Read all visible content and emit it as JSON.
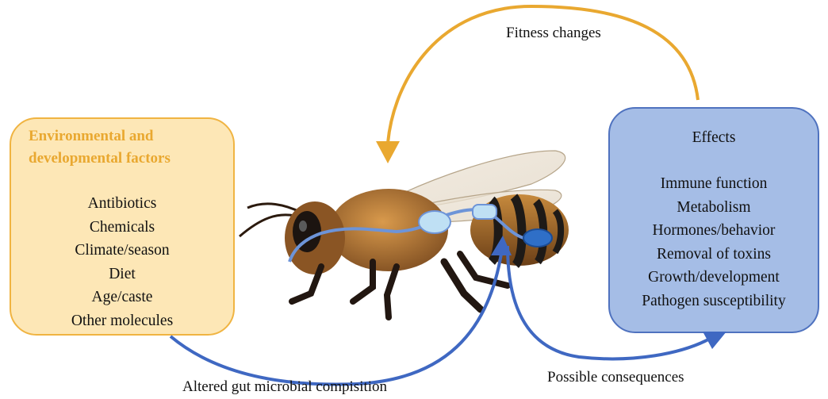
{
  "environmental_box": {
    "title": "Environmental and developmental factors",
    "items": [
      "Antibiotics",
      "Chemicals",
      "Climate/season",
      "Diet",
      "Age/caste",
      "Other molecules"
    ]
  },
  "effects_box": {
    "title": "Effects",
    "items": [
      "Immune function",
      "Metabolism",
      "Hormones/behavior",
      "Removal of toxins",
      "Growth/development",
      "Pathogen susceptibility"
    ]
  },
  "arrows": {
    "fitness": "Fitness changes",
    "gut": "Altered gut microbial compisition",
    "consequences": "Possible consequences"
  },
  "colors": {
    "orange": "#e9a830",
    "blue": "#3f68c2",
    "env_fill": "#fde7b6",
    "eff_fill": "#a5bde6"
  },
  "illustration": {
    "subject": "honeybee with highlighted gut",
    "icon": "honeybee-icon"
  }
}
